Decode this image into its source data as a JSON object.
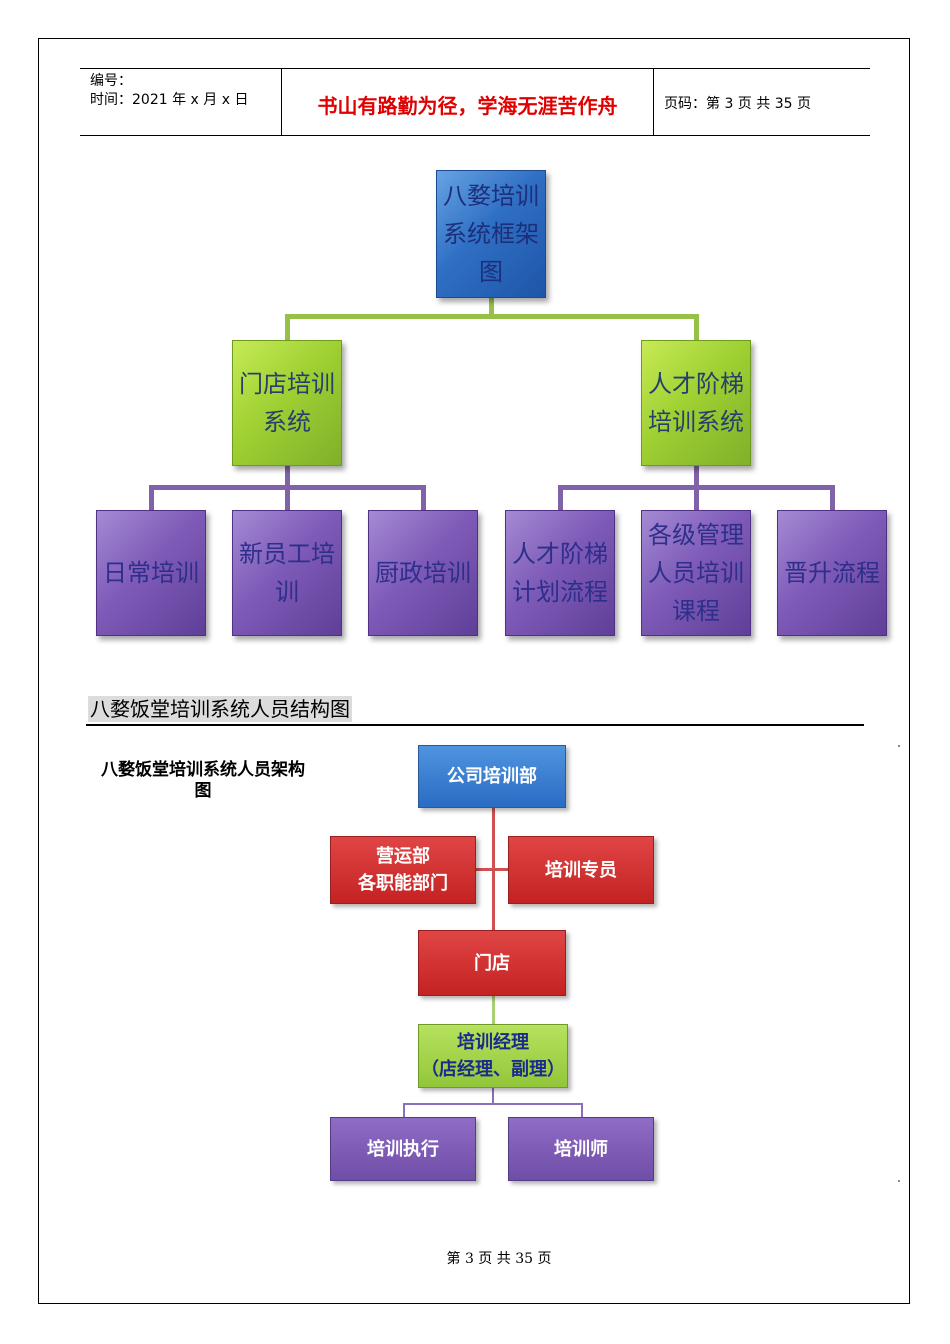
{
  "header": {
    "number_label": "编号：",
    "time_label": "时间：2021 年 x 月 x 日",
    "motto": "书山有路勤为径，学海无涯苦作舟",
    "page_label": "页码：第 3 页  共 35 页"
  },
  "chart1": {
    "root": "八婺培训系统框架图",
    "left_branch": "门店培训系统",
    "right_branch": "人才阶梯培训系统",
    "left_children": [
      "日常培训",
      "新员工培训",
      "厨政培训"
    ],
    "right_children": [
      "人才阶梯计划流程",
      "各级管理人员培训课程",
      "晋升流程"
    ]
  },
  "section": {
    "heading": "八婺饭堂培训系统人员结构图",
    "caption": "八婺饭堂培训系统人员架构图"
  },
  "chart2": {
    "top": "公司培训部",
    "left_red_line1": "营运部",
    "left_red_line2": "各职能部门",
    "right_red": "培训专员",
    "store": "门店",
    "manager_line1": "培训经理",
    "manager_line2": "（店经理、副理）",
    "bottom_left": "培训执行",
    "bottom_right": "培训师"
  },
  "footer": "第 3 页 共 35 页"
}
